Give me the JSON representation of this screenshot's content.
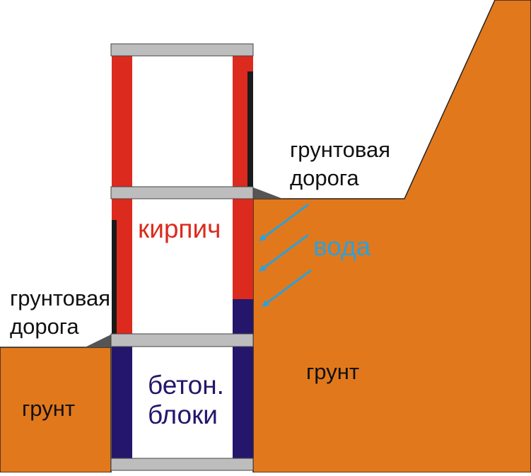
{
  "colors": {
    "background": "#ffffff",
    "ground": "#e2781c",
    "ground_stroke": "#222222",
    "brick": "#dc2a1e",
    "concrete": "#24176b",
    "slab": "#bdbdbd",
    "slab_stroke": "#444444",
    "waterproofing": "#1a1a1a",
    "arrow": "#2ea0d8"
  },
  "labels": {
    "upper_road": [
      "грунтовая",
      "дорога"
    ],
    "lower_road": [
      "грунтовая",
      "дорога"
    ],
    "brick": "кирпич",
    "water": "вода",
    "ground_right": "грунт",
    "ground_left": "грунт",
    "concrete_blocks": [
      "бетон.",
      "блоки"
    ]
  },
  "icons": {
    "water_arrow": "arrow-down-left-icon"
  },
  "water_arrow_count": 3
}
